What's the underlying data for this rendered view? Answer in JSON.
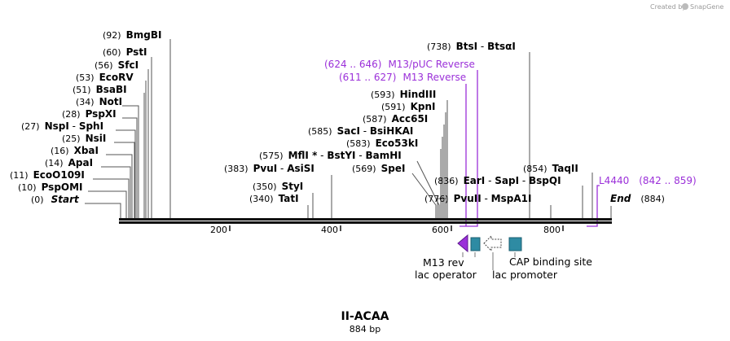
{
  "credit": {
    "text": "Created by",
    "brand": "SnapGene"
  },
  "sites_left": [
    {
      "pos": "(92)",
      "name": "BmgBI"
    },
    {
      "pos": "(60)",
      "name": "PstI"
    },
    {
      "pos": "(56)",
      "name": "SfcI"
    },
    {
      "pos": "(53)",
      "name": "EcoRV"
    },
    {
      "pos": "(51)",
      "name": "BsaBI"
    },
    {
      "pos": "(34)",
      "name": "NotI"
    },
    {
      "pos": "(28)",
      "name": "PspXI"
    },
    {
      "pos": "(27)",
      "name": "NspI",
      "sep": " - ",
      "name2": "SphI"
    },
    {
      "pos": "(25)",
      "name": "NsiI"
    },
    {
      "pos": "(16)",
      "name": "XbaI"
    },
    {
      "pos": "(14)",
      "name": "ApaI"
    },
    {
      "pos": "(11)",
      "name": "EcoO109I"
    },
    {
      "pos": "(10)",
      "name": "PspOMI"
    },
    {
      "pos": "(0)",
      "name": "Start"
    }
  ],
  "sites_mid": [
    {
      "pos": "(383)",
      "name": "PvuI",
      "sep": " - ",
      "name2": "AsiSI"
    },
    {
      "pos": "(350)",
      "name": "StyI"
    },
    {
      "pos": "(340)",
      "name": "TatI"
    }
  ],
  "sites_right": [
    {
      "pos": "(738)",
      "name": "BtsI",
      "sep": " - ",
      "name2": "BtsαI"
    },
    {
      "pos": "(593)",
      "name": "HindIII"
    },
    {
      "pos": "(591)",
      "name": "KpnI"
    },
    {
      "pos": "(587)",
      "name": "Acc65I"
    },
    {
      "pos": "(585)",
      "name": "SacI",
      "sep": " - ",
      "name2": "BsiHKAI"
    },
    {
      "pos": "(583)",
      "name": "Eco53kI"
    },
    {
      "pos": "(575)",
      "name": "MflI *",
      "sep": " - ",
      "name2": "BstYI",
      "sep2": " - ",
      "name3": "BamHI"
    },
    {
      "pos": "(569)",
      "name": "SpeI"
    },
    {
      "pos": "(836)",
      "name": "EarI",
      "sep": " - ",
      "name2": "SapI",
      "sep2": " - ",
      "name3": "BspQI"
    },
    {
      "pos": "(854)",
      "name": "TaqII"
    },
    {
      "pos": "(776)",
      "name": "PvuII",
      "sep": " - ",
      "name2": "MspA1I"
    },
    {
      "pos": "(884)",
      "name": "End"
    }
  ],
  "primers": [
    {
      "range": "(624 .. 646)",
      "name": "M13/pUC Reverse"
    },
    {
      "range": "(611 .. 627)",
      "name": "M13 Reverse"
    },
    {
      "name": "L4440",
      "range": "(842 .. 859)"
    }
  ],
  "axis_ticks": [
    "200",
    "400",
    "600",
    "800"
  ],
  "features": {
    "m13_rev": "M13 rev",
    "lac_operator": "lac operator",
    "lac_promoter": "lac promoter",
    "cap_site": "CAP binding site"
  },
  "colors": {
    "primer": "#9b30d9",
    "feature_teal": "#2e8ba3"
  },
  "plasmid": {
    "name": "II-ACAA",
    "length": "884 bp"
  }
}
